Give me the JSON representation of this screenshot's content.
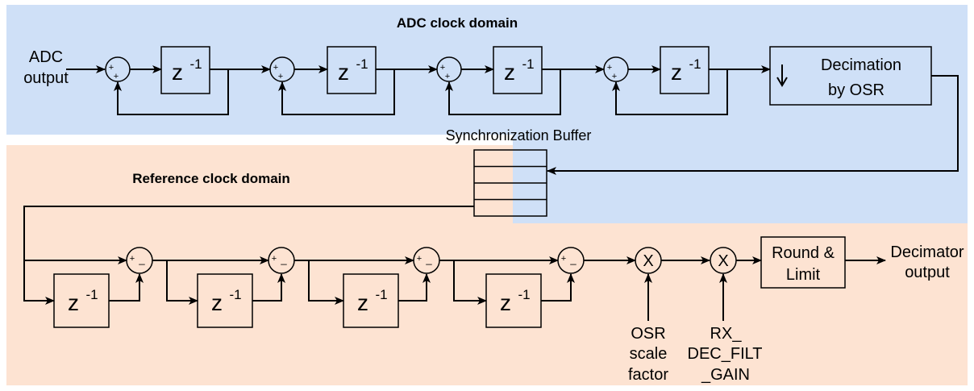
{
  "colors": {
    "adc_domain_fill": "#cfe0f7",
    "ref_domain_fill": "#fde3d2",
    "adc_title_color": "#1a66cc",
    "ref_title_color": "#e06a10",
    "line_color": "#000000"
  },
  "domains": {
    "adc_title": "ADC clock domain",
    "ref_title": "Reference clock domain"
  },
  "inputs": {
    "adc_line1": "ADC",
    "adc_line2": "output"
  },
  "blocks": {
    "delay_base": "z",
    "delay_exp": "-1",
    "decimation_line1": "Decimation",
    "decimation_line2": "by OSR",
    "decimation_arrow_icon": "down-arrow-icon",
    "sync_buffer_label": "Synchronization Buffer",
    "round_line1": "Round &",
    "round_line2": "Limit"
  },
  "signs": {
    "plus": "+",
    "minus": "_"
  },
  "multipliers": {
    "symbol": "X",
    "osr_line1": "OSR",
    "osr_line2": "scale",
    "osr_line3": "factor",
    "gain_line1": "RX_",
    "gain_line2": "DEC_FILT",
    "gain_line3": "_GAIN"
  },
  "outputs": {
    "decimator_line1": "Decimator",
    "decimator_line2": "output"
  }
}
